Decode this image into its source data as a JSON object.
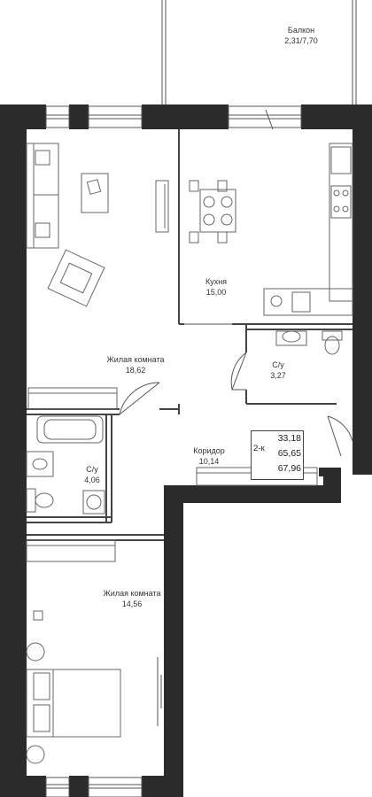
{
  "rooms": {
    "balcony": {
      "name": "Балкон",
      "area": "2,31/7,70"
    },
    "kitchen": {
      "name": "Кухня",
      "area": "15,00"
    },
    "living1": {
      "name": "Жилая комната",
      "area": "18,62"
    },
    "bathroom1": {
      "name": "С/у",
      "area": "3,27"
    },
    "corridor": {
      "name": "Коридор",
      "area": "10,14"
    },
    "bathroom2": {
      "name": "С/у",
      "area": "4,06"
    },
    "living2": {
      "name": "Жилая комната",
      "area": "14,56"
    }
  },
  "apartment": {
    "type": "2-к",
    "areas": [
      "33,18",
      "65,65",
      "67,96"
    ]
  },
  "colors": {
    "wall": "#2b2b2b",
    "line": "#555555",
    "text": "#333333",
    "background": "#ffffff"
  }
}
